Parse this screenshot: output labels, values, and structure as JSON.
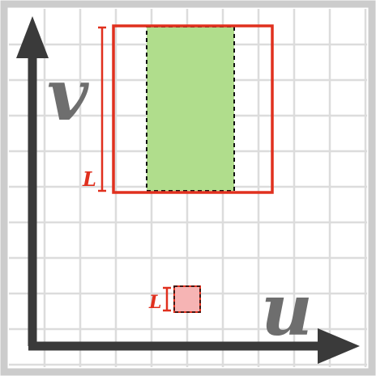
{
  "axes": {
    "horizontal_label": "u",
    "vertical_label": "v"
  },
  "labels": {
    "large_box_dimension": "L",
    "small_box_dimension": "L"
  },
  "colors": {
    "background": "#ffffff",
    "frame": "#cccccc",
    "grid": "#dcdcdc",
    "axis": "#3a3a3a",
    "axis_label": "#6e6e6e",
    "outline_red": "#e0301e",
    "fill_green": "#b0dd8c",
    "fill_pink": "#f6b4b4",
    "dashed_outline": "#111111"
  }
}
